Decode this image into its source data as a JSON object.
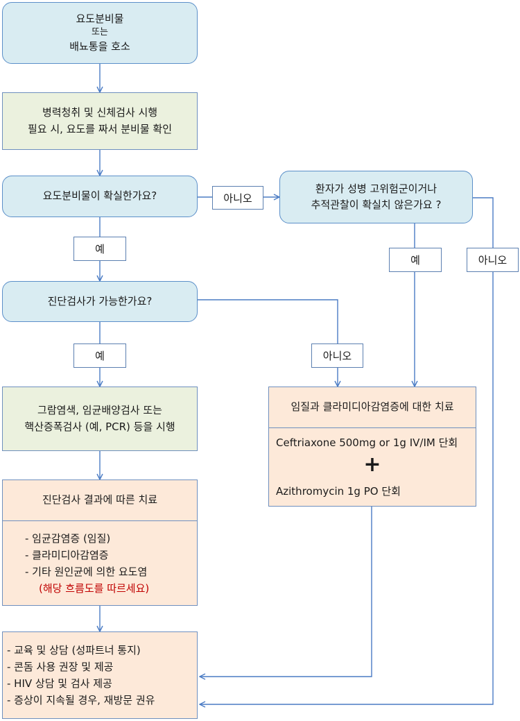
{
  "start": {
    "line1": "요도분비물",
    "line2": "또는",
    "line3": "배뇨통을 호소"
  },
  "history": {
    "line1": "병력청취 및 신체검사 시행",
    "line2": "필요 시, 요도를 짜서 분비물 확인"
  },
  "q_discharge": "요도분비물이 확실한가요?",
  "q_risk": {
    "line1": "환자가 성병 고위험군이거나",
    "line2": "추적관찰이 확실치 않은가요 ?"
  },
  "q_test": "진단검사가 가능한가요?",
  "labels": {
    "no_1": "아니오",
    "yes_1": "예",
    "yes_2": "예",
    "no_2": "아니오",
    "yes_3": "예",
    "no_3": "아니오"
  },
  "tests": {
    "line1": "그람염색, 임균배양검사 또는",
    "line2": "핵산증폭검사 (예, PCR) 등을 시행"
  },
  "empiric": {
    "title": "임질과 클라미디아감염증에 대한 치료",
    "drug1": "Ceftriaxone 500mg or 1g IV/IM 단회",
    "plus": "+",
    "drug2": "Azithromycin 1g PO 단회"
  },
  "result_tx": {
    "title": "진단검사 결과에 따른 치료",
    "items": [
      "- 임균감염증 (임질)",
      "- 클라미디아감염증",
      "- 기타 원인균에 의한 요도염"
    ],
    "note": "(해당 흐름도를 따르세요)"
  },
  "final": {
    "items": [
      "- 교육 및 상담 (성파트너 통지)",
      "- 콘돔 사용 권장 및 제공",
      "- HIV 상담 및 검사 제공",
      "- 증상이 지속될 경우, 재방문 권유"
    ]
  }
}
